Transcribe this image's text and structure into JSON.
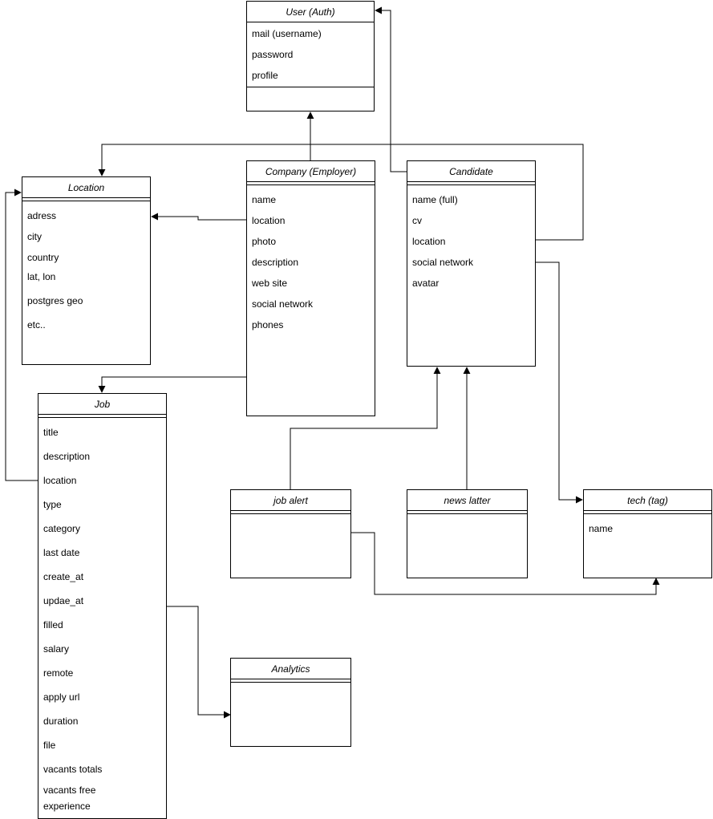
{
  "entities": {
    "user": {
      "title": "User (Auth)",
      "attrs": [
        "mail (username)",
        "password",
        "profile"
      ]
    },
    "location": {
      "title": "Location",
      "attrs": [
        "adress",
        "city",
        "country",
        "lat, lon",
        "postgres geo",
        "etc.."
      ]
    },
    "company": {
      "title": "Company (Employer)",
      "attrs": [
        "name",
        "location",
        "photo",
        "description",
        "web site",
        "social network",
        "phones"
      ]
    },
    "candidate": {
      "title": "Candidate",
      "attrs": [
        "name (full)",
        "cv",
        "location",
        "social network",
        "avatar"
      ]
    },
    "job": {
      "title": "Job",
      "attrs": [
        "title",
        "description",
        "location",
        "type",
        "category",
        "last date",
        "create_at",
        "updae_at",
        "filled",
        "salary",
        "remote",
        "apply url",
        "duration",
        "file",
        "vacants totals",
        "vacants free",
        "experience"
      ]
    },
    "job_alert": {
      "title": "job alert",
      "attrs": []
    },
    "news_latter": {
      "title": "news latter",
      "attrs": []
    },
    "tech_tag": {
      "title": "tech (tag)",
      "attrs": [
        "name"
      ]
    },
    "analytics": {
      "title": "Analytics",
      "attrs": []
    }
  },
  "colors": {
    "line": "#000000",
    "background": "#ffffff"
  }
}
